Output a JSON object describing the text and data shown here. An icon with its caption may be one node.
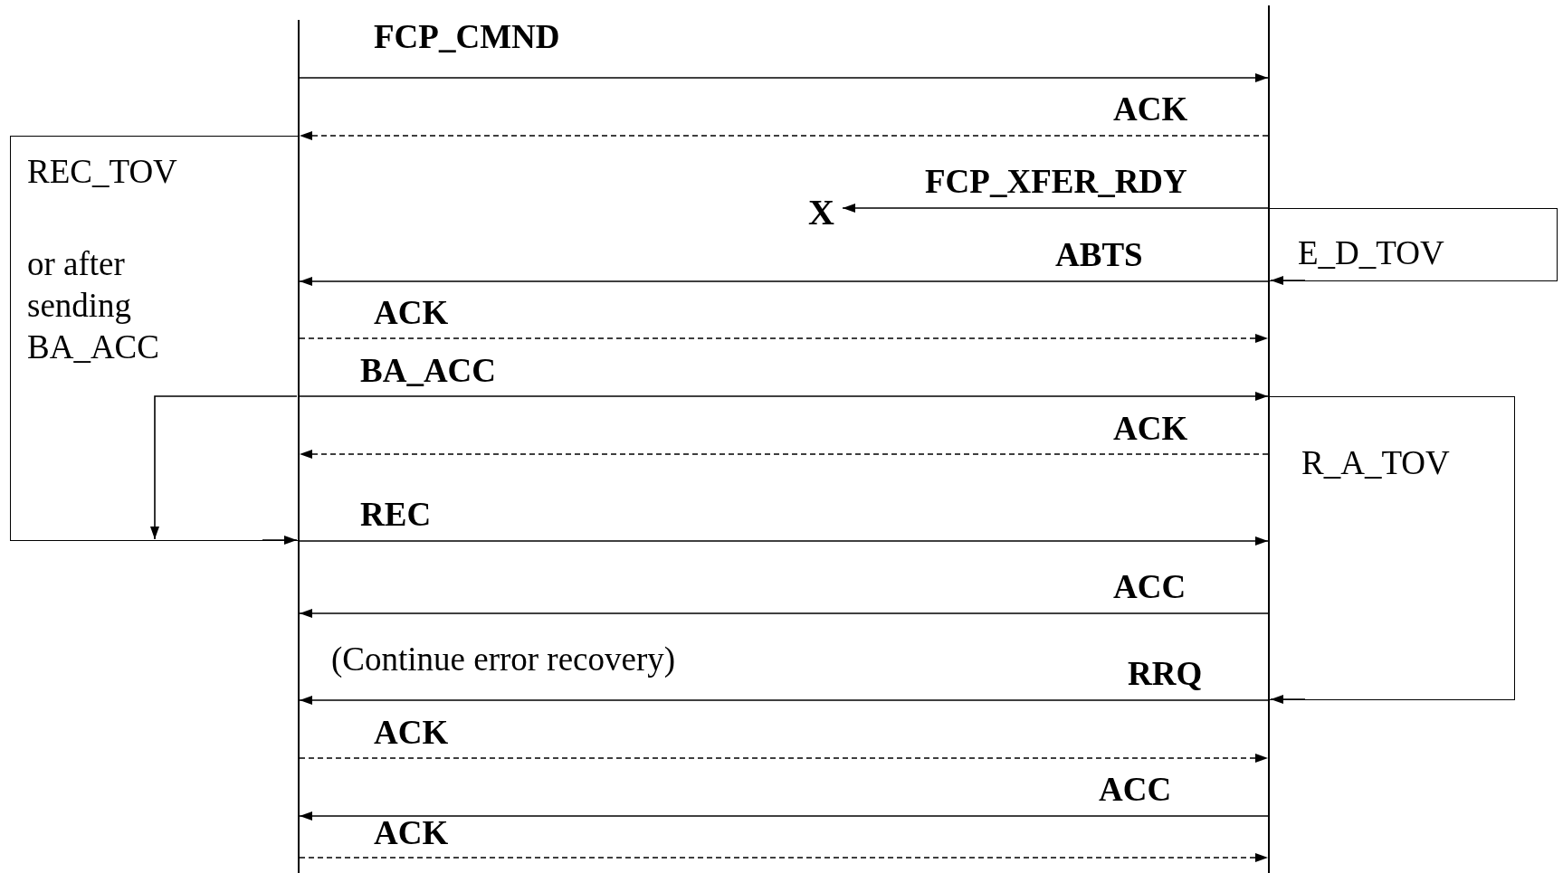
{
  "diagram": {
    "nodes": [
      {
        "text": [],
        "shape": "bar"
      },
      {
        "text": [],
        "shape": "bar"
      },
      {
        "text": [
          "REC_TOV",
          "or after sending BA_ACC"
        ]
      },
      {
        "text": [
          "X"
        ]
      },
      {
        "text": [
          "E_D_TOV"
        ]
      },
      {
        "text": [
          "R_A_TOV"
        ]
      }
    ],
    "edges": [
      {
        "from": 0,
        "to": 1,
        "arrow": "to",
        "label": "FCP_CMND"
      },
      {
        "from": 1,
        "to": 0,
        "arrow": "to",
        "label": "ACK",
        "style": "dashed"
      },
      {
        "from": 1,
        "to": 3,
        "arrow": "to",
        "label": "FCP_XFER_RDY"
      },
      {
        "from": 1,
        "to": 0,
        "arrow": "to",
        "label": "ABTS"
      },
      {
        "from": 0,
        "to": 1,
        "arrow": "to",
        "label": "ACK",
        "style": "dashed"
      },
      {
        "from": 0,
        "to": 1,
        "arrow": "to",
        "label": "BA_ACC"
      },
      {
        "from": 1,
        "to": 0,
        "arrow": "to",
        "label": "ACK",
        "style": "dashed"
      },
      {
        "from": 0,
        "to": 1,
        "arrow": "to",
        "label": "REC"
      },
      {
        "from": 1,
        "to": 0,
        "arrow": "to",
        "label": "ACC"
      },
      {
        "from": 1,
        "to": 0,
        "arrow": "to",
        "label": "RRQ"
      },
      {
        "from": 0,
        "to": 1,
        "arrow": "to",
        "label": "ACK",
        "style": "dashed"
      },
      {
        "from": 1,
        "to": 0,
        "arrow": "to",
        "label": "ACC"
      },
      {
        "from": 0,
        "to": 1,
        "arrow": "to",
        "label": "ACK",
        "style": "dashed"
      },
      {
        "from": 2,
        "to": 0,
        "arrow": "to"
      },
      {
        "from": 4,
        "to": 1,
        "arrow": "to"
      },
      {
        "from": 5,
        "to": 1,
        "arrow": "to"
      },
      {
        "from": 0,
        "to": 2,
        "arrow": "to"
      }
    ],
    "labels": [
      "(Continue error recovery)"
    ]
  }
}
